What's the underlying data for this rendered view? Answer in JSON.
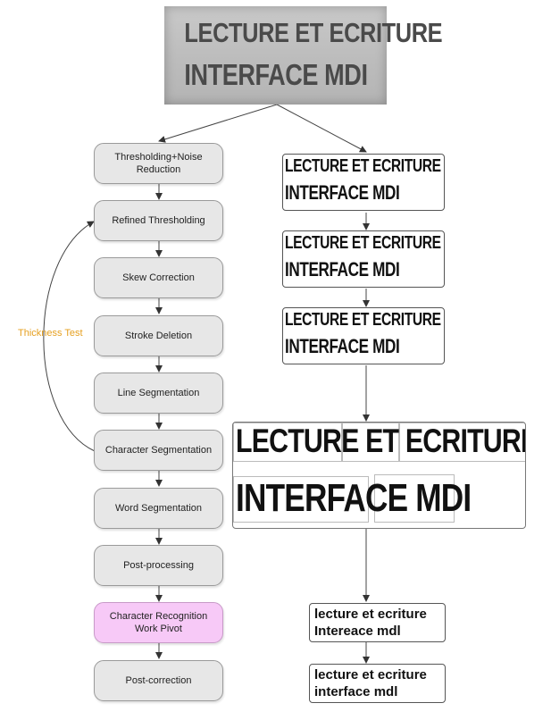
{
  "source_image": {
    "line1": "LECTURE ET ECRITURE",
    "line2": "INTERFACE MDI"
  },
  "steps": [
    {
      "line1": "Thresholding+Noise",
      "line2": "Reduction"
    },
    {
      "line1": "Refined Thresholding",
      "line2": ""
    },
    {
      "line1": "Skew Correction",
      "line2": ""
    },
    {
      "line1": "Stroke Deletion",
      "line2": ""
    },
    {
      "line1": "Line Segmentation",
      "line2": ""
    },
    {
      "line1": "Character Segmentation",
      "line2": ""
    },
    {
      "line1": "Word Segmentation",
      "line2": ""
    },
    {
      "line1": "Post-processing",
      "line2": ""
    },
    {
      "line1": "Character Recognition",
      "line2": "Work Pivot"
    },
    {
      "line1": "Post-correction",
      "line2": ""
    }
  ],
  "loop_label": "Thickness Test",
  "binarized_samples": [
    {
      "line1": "LECTURE ET ECRITURE",
      "line2": "INTERFACE MDI"
    },
    {
      "line1": "LECTURE ET ECRITURE",
      "line2": "INTERFACE MDI"
    },
    {
      "line1": "LECTURE ET ECRITURE",
      "line2": "INTERFACE MDI"
    }
  ],
  "segmented_sample": {
    "line1": "LECTURE ET ECRITURE",
    "line2": "INTERFACE MDI"
  },
  "recognition_output": {
    "line1": "lecture et ecriture",
    "line2": "Intereace mdl"
  },
  "corrected_output": {
    "line1": "lecture et ecriture",
    "line2": "interface mdl"
  },
  "colors": {
    "step_fill": "#e7e7e7",
    "pivot_fill": "#f7c9f7",
    "loop_label": "#e6a020"
  }
}
